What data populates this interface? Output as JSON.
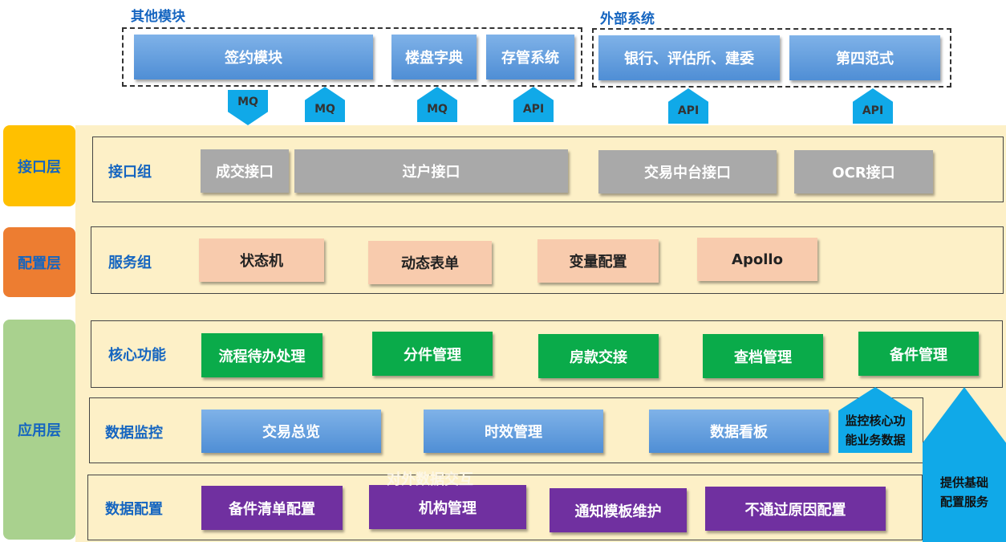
{
  "top": {
    "other_modules": {
      "title": "其他模块",
      "items": [
        "签约模块",
        "楼盘字典",
        "存管系统"
      ]
    },
    "external_systems": {
      "title": "外部系统",
      "items": [
        "银行、评估所、建委",
        "第四范式"
      ]
    }
  },
  "connectors": [
    "MQ",
    "MQ",
    "MQ",
    "API",
    "API",
    "API"
  ],
  "layers": {
    "interface": "接口层",
    "config": "配置层",
    "application": "应用层"
  },
  "rows": {
    "interface_group": {
      "label": "接口组",
      "items": [
        "成交接口",
        "过户接口",
        "交易中台接口",
        "OCR接口"
      ]
    },
    "service_group": {
      "label": "服务组",
      "items": [
        "状态机",
        "动态表单",
        "变量配置",
        "Apollo"
      ]
    },
    "core_functions": {
      "label": "核心功能",
      "items": [
        "流程待办处理",
        "分件管理",
        "房款交接",
        "查档管理",
        "备件管理"
      ]
    },
    "data_monitoring": {
      "label": "数据监控",
      "items": [
        "交易总览",
        "时效管理",
        "数据看板"
      ]
    },
    "data_config": {
      "label": "数据配置",
      "items": [
        "备件清单配置",
        "机构管理",
        "通知模板维护",
        "不通过原因配置"
      ]
    }
  },
  "callouts": {
    "monitor": "监控核心功能业务数据",
    "basic_service": "提供基础配置服务"
  },
  "faded_text": "对外数据交互",
  "colors": {
    "blue": "#4f8ed5",
    "gray": "#a9a9a9",
    "peach": "#f8cbad",
    "green": "#0aab4a",
    "purple": "#7030a0",
    "band": "#fdf0c7",
    "interface_layer": "#ffc000",
    "config_layer": "#ed7d31",
    "application_layer": "#a9d18e",
    "arrow": "#10a9e8"
  }
}
